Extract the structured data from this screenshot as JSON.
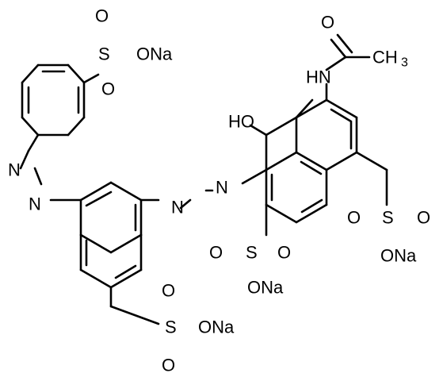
{
  "molecule": {
    "atom_labels": {
      "o_acetyl": "O",
      "ch3": "CH",
      "ch3_sub": "3",
      "hn": "HN",
      "ho": "HO",
      "n_right_1": "N",
      "n_right_2": "N",
      "n_left_1": "N",
      "n_left_2": "N",
      "top_o1": "O",
      "top_s": "S",
      "top_ona": "ONa",
      "top_o2": "O",
      "mid_o1": "O",
      "mid_s": "S",
      "mid_o2": "O",
      "mid_ona": "ONa",
      "right_s": "S",
      "right_o1": "O",
      "right_o2": "O",
      "right_ona": "ONa",
      "bottom_o1": "O",
      "bottom_s": "S",
      "bottom_ona": "ONa",
      "bottom_o2": "O"
    },
    "colors": {
      "ink": "#000000",
      "background": "#ffffff"
    }
  }
}
